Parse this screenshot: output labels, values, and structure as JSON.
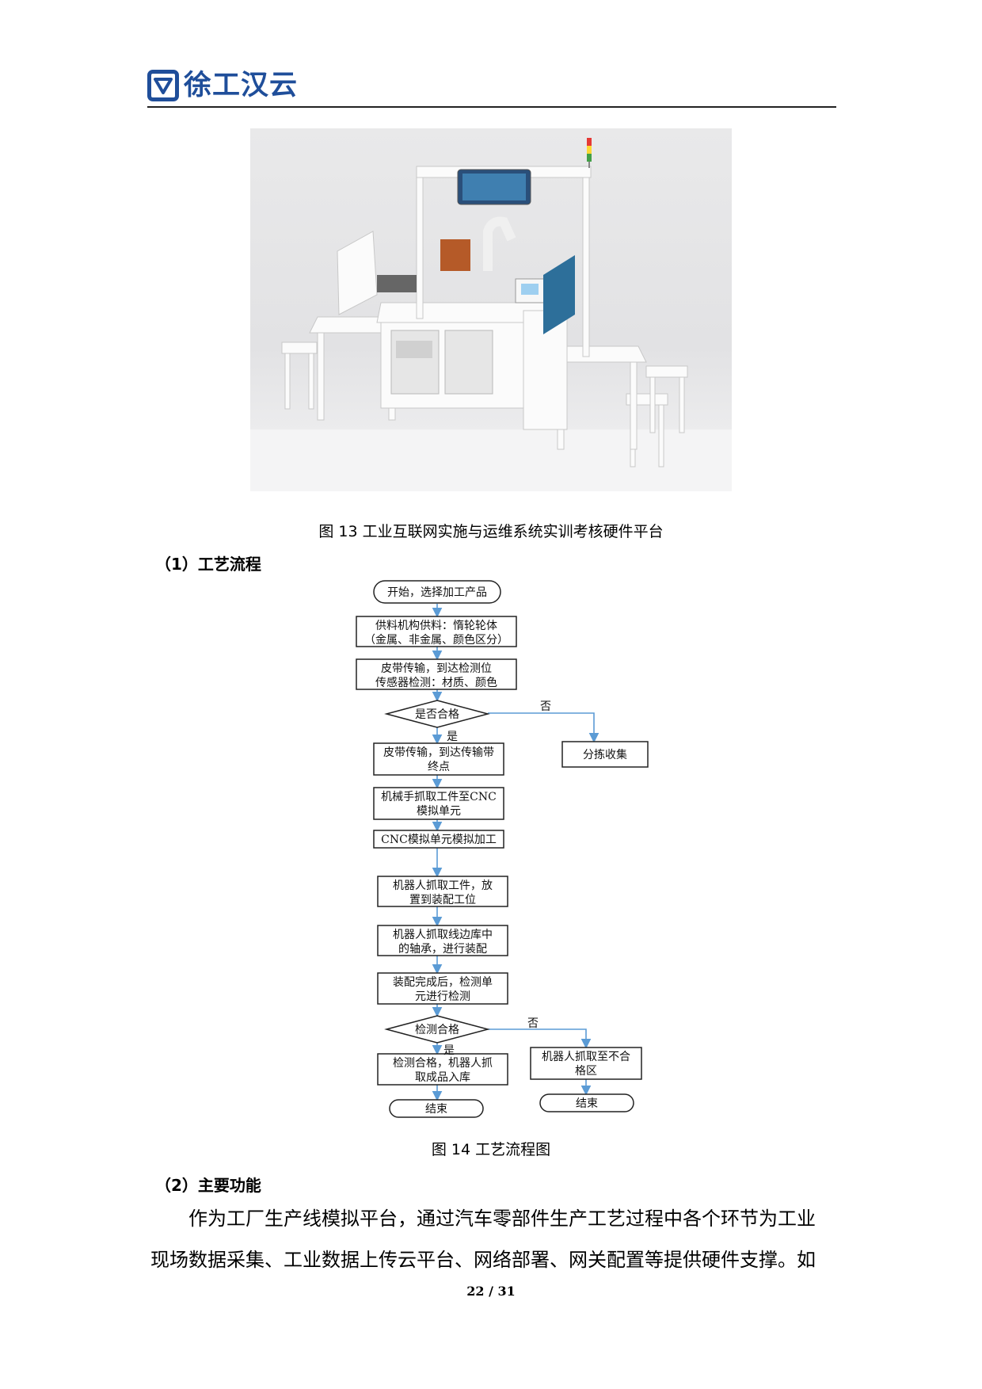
{
  "header": {
    "logo_text": "徐工汉云",
    "brand_color": "#1f4e9a"
  },
  "figure13": {
    "caption": "图 13 工业互联网实施与运维系统实训考核硬件平台"
  },
  "section1": {
    "heading": "（1）工艺流程"
  },
  "flowchart": {
    "nodes": {
      "start": "开始，选择加工产品",
      "feed_1": "供料机构供料：惰轮轮体",
      "feed_2": "（金属、非金属、颜色区分）",
      "belt_1": "皮带传输，到达检测位",
      "belt_2": "传感器检测：材质、颜色",
      "decision1": "是否合格",
      "sort": "分拣收集",
      "belt_end_1": "皮带传输，到达传输带",
      "belt_end_2": "终点",
      "arm_1": "机械手抓取工件至CNC",
      "arm_2": "模拟单元",
      "cnc": "CNC模拟单元模拟加工",
      "robot_place_1": "机器人抓取工件，放",
      "robot_place_2": "置到装配工位",
      "robot_bearing_1": "机器人抓取线边库中",
      "robot_bearing_2": "的轴承，进行装配",
      "assembly_1": "装配完成后，检测单",
      "assembly_2": "元进行检测",
      "decision2": "检测合格",
      "store_1": "检测合格，机器人抓",
      "store_2": "取成品入库",
      "reject_1": "机器人抓取至不合",
      "reject_2": "格区",
      "end_left": "结束",
      "end_right": "结束"
    },
    "labels": {
      "yes1": "是",
      "no1": "否",
      "yes2": "是",
      "no2": "否"
    },
    "arrow_color": "#5b9bd5"
  },
  "figure14": {
    "caption": "图 14 工艺流程图"
  },
  "section2": {
    "heading": "（2）主要功能"
  },
  "body": {
    "line1": "作为工厂生产线模拟平台，通过汽车零部件生产工艺过程中各个环节为工业",
    "line2": "现场数据采集、工业数据上传云平台、网络部署、网关配置等提供硬件支撑。如"
  },
  "footer": {
    "page": "22 / 31"
  }
}
